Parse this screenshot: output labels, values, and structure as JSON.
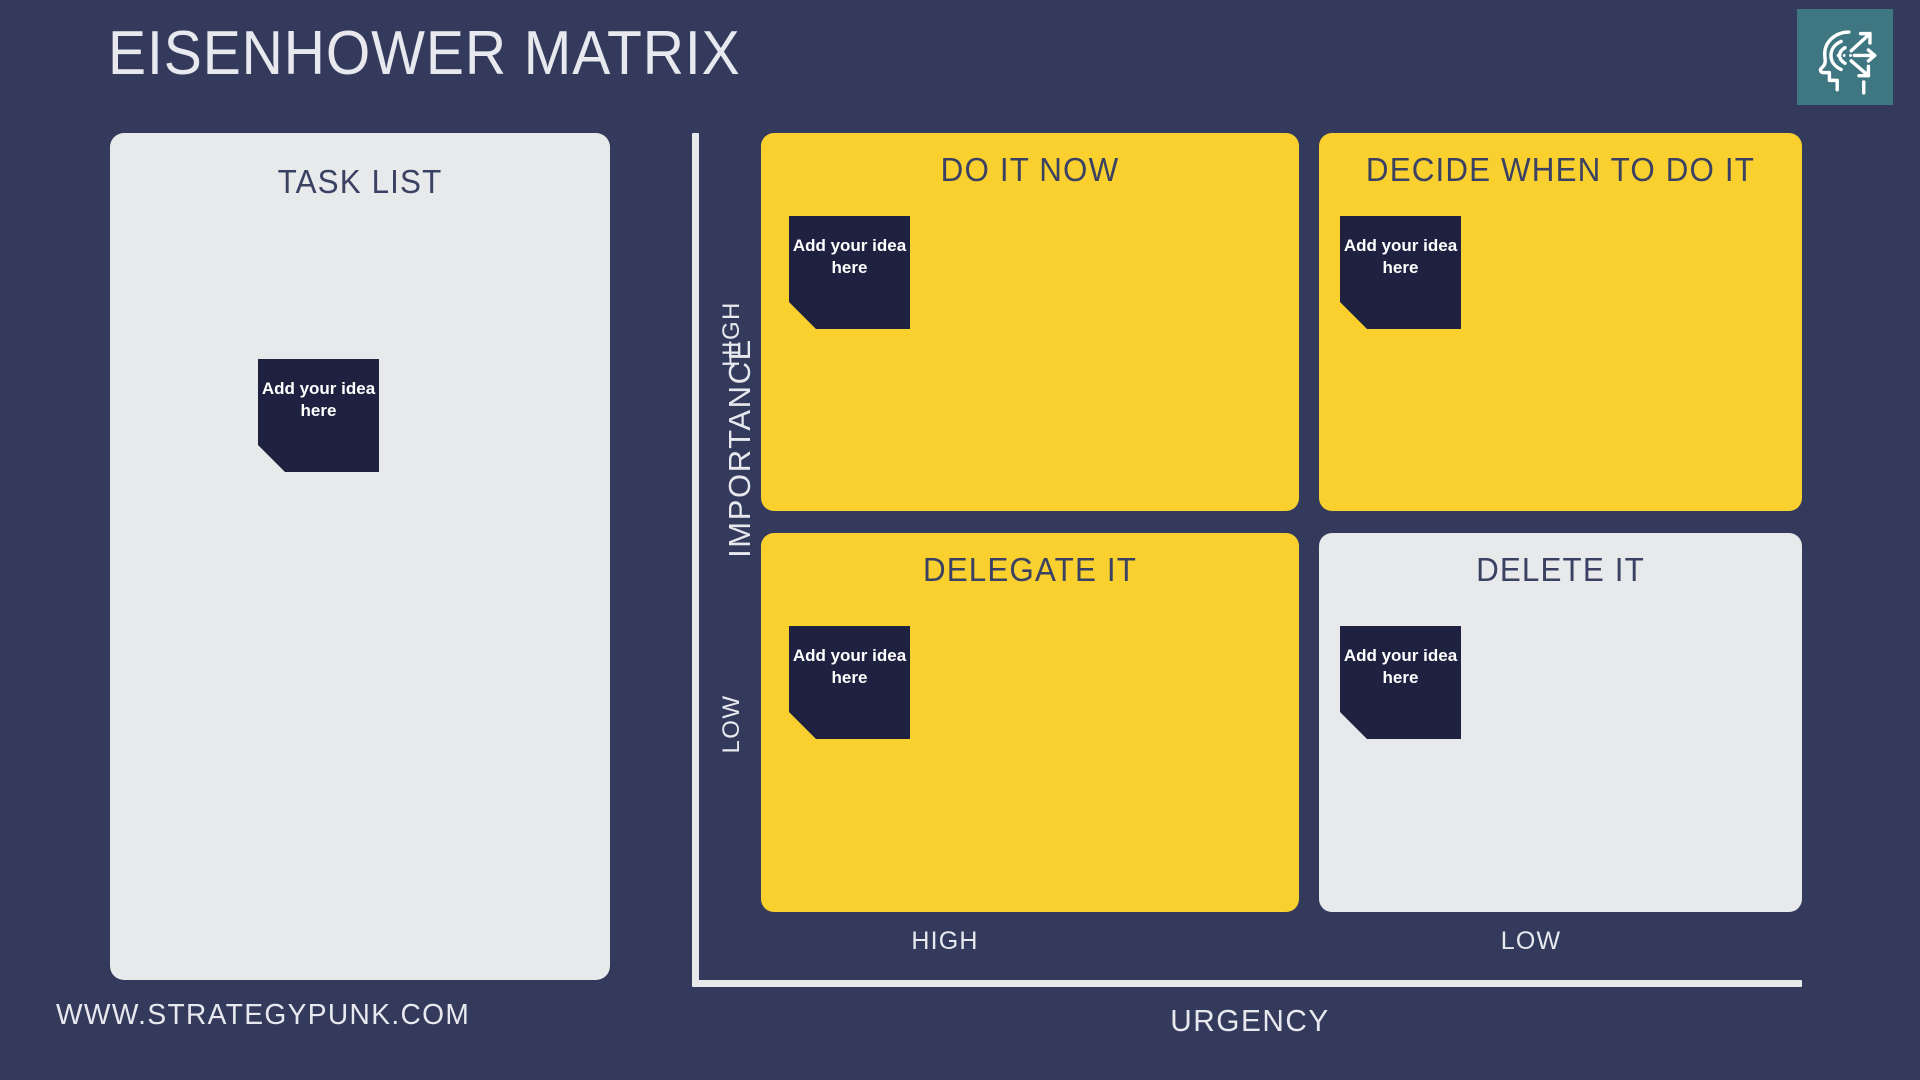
{
  "header": {
    "title": "EISENHOWER MATRIX",
    "logo_icon": "head-profile-arrows-icon",
    "logo_bg": "#3E7681"
  },
  "task_panel": {
    "title": "TASK LIST",
    "note": {
      "line1": "Add your idea",
      "line2": "here"
    }
  },
  "axes": {
    "y_label": "IMPORTANCE",
    "y_ticks": {
      "high": "HIGH",
      "low": "LOW"
    },
    "x_label": "URGENCY",
    "x_ticks": {
      "high": "HIGH",
      "low": "LOW"
    }
  },
  "quadrants": [
    {
      "id": "do-it-now",
      "title": "DO IT NOW",
      "fill": "#FAD02E",
      "urgency": "HIGH",
      "importance": "HIGH",
      "note": {
        "line1": "Add your idea",
        "line2": "here"
      }
    },
    {
      "id": "decide-when-to-do-it",
      "title": "DECIDE WHEN TO DO IT",
      "fill": "#FAD02E",
      "urgency": "LOW",
      "importance": "HIGH",
      "note": {
        "line1": "Add your idea",
        "line2": "here"
      }
    },
    {
      "id": "delegate-it",
      "title": "DELEGATE IT",
      "fill": "#FAD02E",
      "urgency": "HIGH",
      "importance": "LOW",
      "note": {
        "line1": "Add your idea",
        "line2": "here"
      }
    },
    {
      "id": "delete-it",
      "title": "DELETE IT",
      "fill": "#E8E9EB",
      "urgency": "LOW",
      "importance": "LOW",
      "note": {
        "line1": "Add your idea",
        "line2": "here"
      }
    }
  ],
  "footer": {
    "website": "WWW.STRATEGYPUNK.COM"
  },
  "colors": {
    "background": "#343A5C",
    "accent_yellow": "#FAD02E",
    "panel_grey": "#E8E9EB",
    "note_navy": "#1E2240",
    "text_light": "#E8E9EE",
    "text_dark": "#3A4163",
    "logo_teal": "#3E7681"
  }
}
